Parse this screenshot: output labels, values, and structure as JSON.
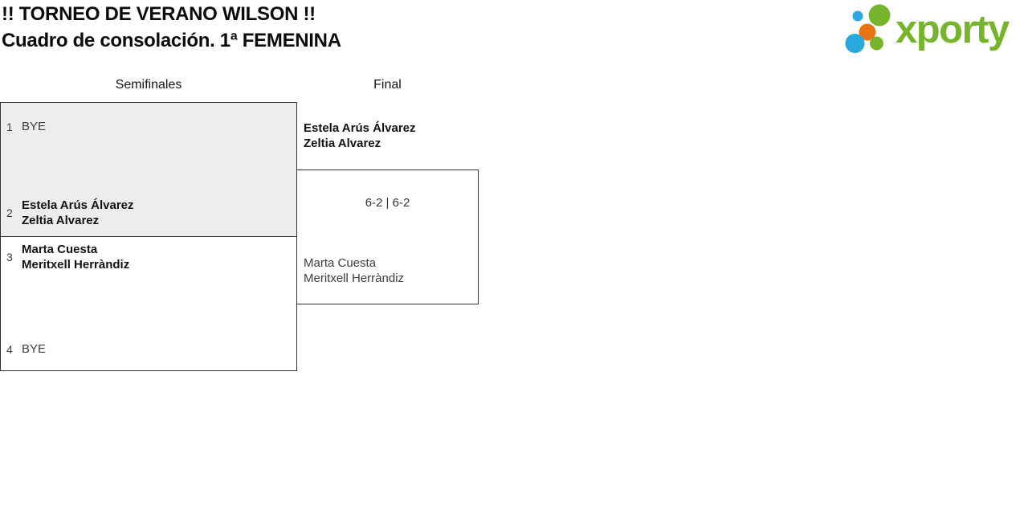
{
  "header": {
    "title": "!! TORNEO DE VERANO WILSON !!",
    "subtitle": "Cuadro de consolación. 1ª FEMENINA"
  },
  "logo": {
    "brand": "xporty"
  },
  "colors": {
    "brand_green": "#76b52b",
    "brand_blue": "#29a8e0",
    "brand_orange": "#e87511",
    "highlight_box_bg": "#ededed",
    "box_border": "#333333"
  },
  "bracket": {
    "round_headers": [
      {
        "label": "Semifinales"
      },
      {
        "label": "Final"
      }
    ],
    "semifinals": [
      {
        "top": {
          "seed": "1",
          "name_lines": [
            "BYE"
          ]
        },
        "bottom": {
          "seed": "2",
          "name_lines": [
            "Estela Arús Álvarez",
            "Zeltia Alvarez"
          ]
        }
      },
      {
        "top": {
          "seed": "3",
          "name_lines": [
            "Marta Cuesta",
            "Meritxell Herràndiz"
          ]
        },
        "bottom": {
          "seed": "4",
          "name_lines": [
            "BYE"
          ]
        }
      }
    ],
    "final": {
      "winner_lines": [
        "Estela Arús Álvarez",
        "Zeltia Alvarez"
      ],
      "score": "6-2 | 6-2",
      "runner_up_lines": [
        "Marta Cuesta",
        "Meritxell Herràndiz"
      ]
    }
  }
}
